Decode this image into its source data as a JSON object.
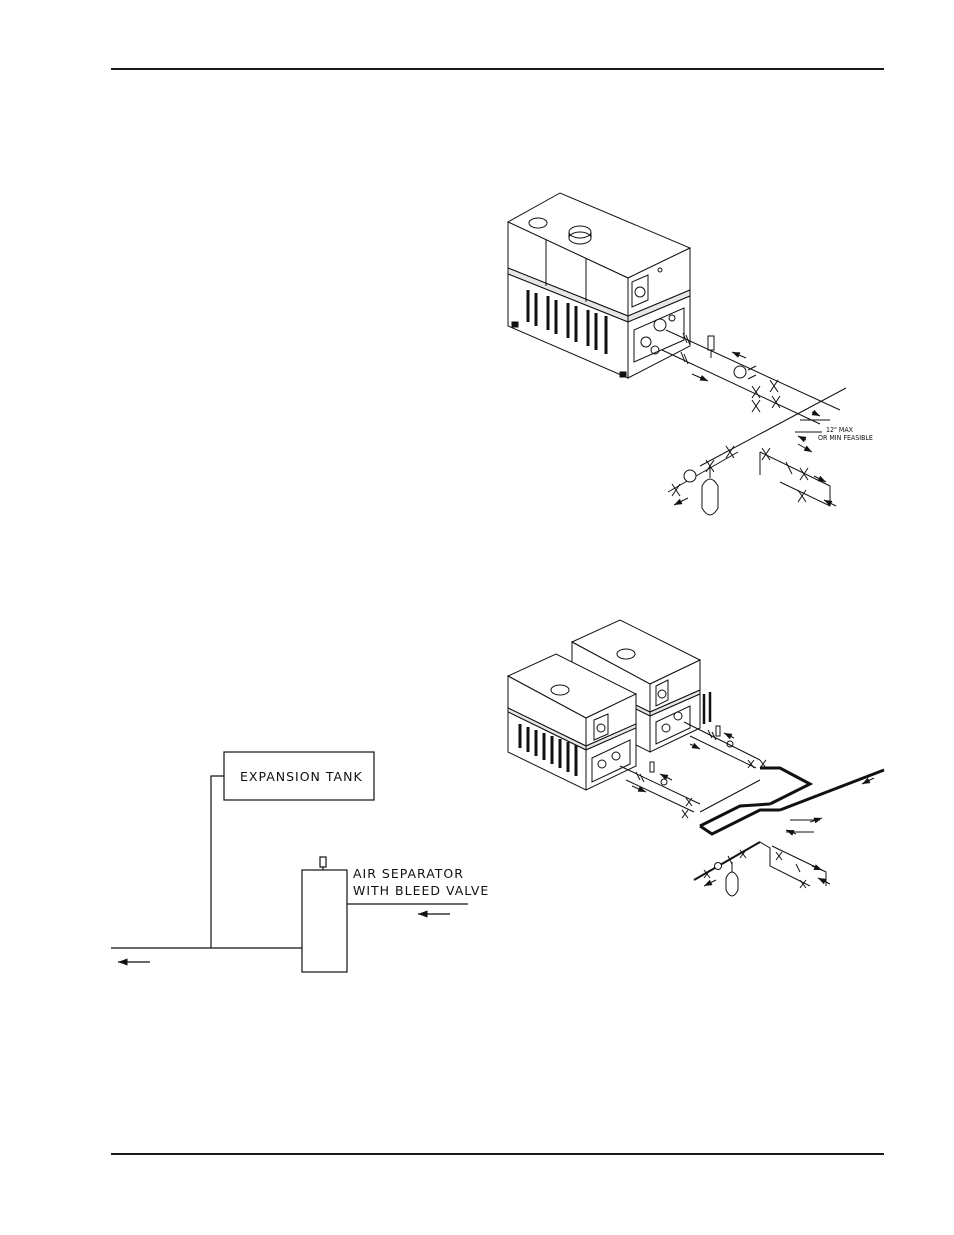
{
  "figure1": {
    "dim_label_line1": "12\" MAX",
    "dim_label_line2": "OR MIN FEASIBLE"
  },
  "schematic": {
    "expansion_tank_label": "EXPANSION TANK",
    "air_separator_line1": "AIR SEPARATOR",
    "air_separator_line2": "WITH BLEED VALVE"
  },
  "icons": [
    "boiler-unit",
    "pressure-gauge",
    "circulator-pump",
    "gate-valve",
    "check-valve",
    "expansion-tank",
    "air-separator",
    "flow-arrow"
  ]
}
